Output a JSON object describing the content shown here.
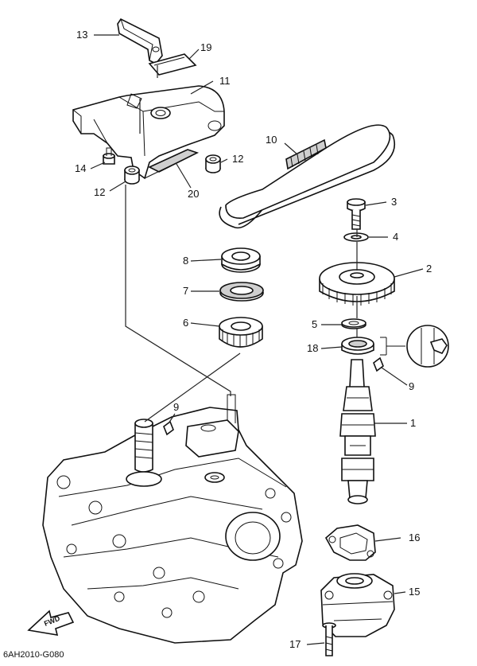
{
  "diagram": {
    "code": "6AH2010-G080",
    "fwd_label": "FWD",
    "callouts": [
      "1",
      "2",
      "3",
      "4",
      "5",
      "6",
      "7",
      "8",
      "9",
      "9",
      "10",
      "11",
      "12",
      "12",
      "13",
      "14",
      "15",
      "16",
      "17",
      "18",
      "19",
      "20"
    ]
  }
}
